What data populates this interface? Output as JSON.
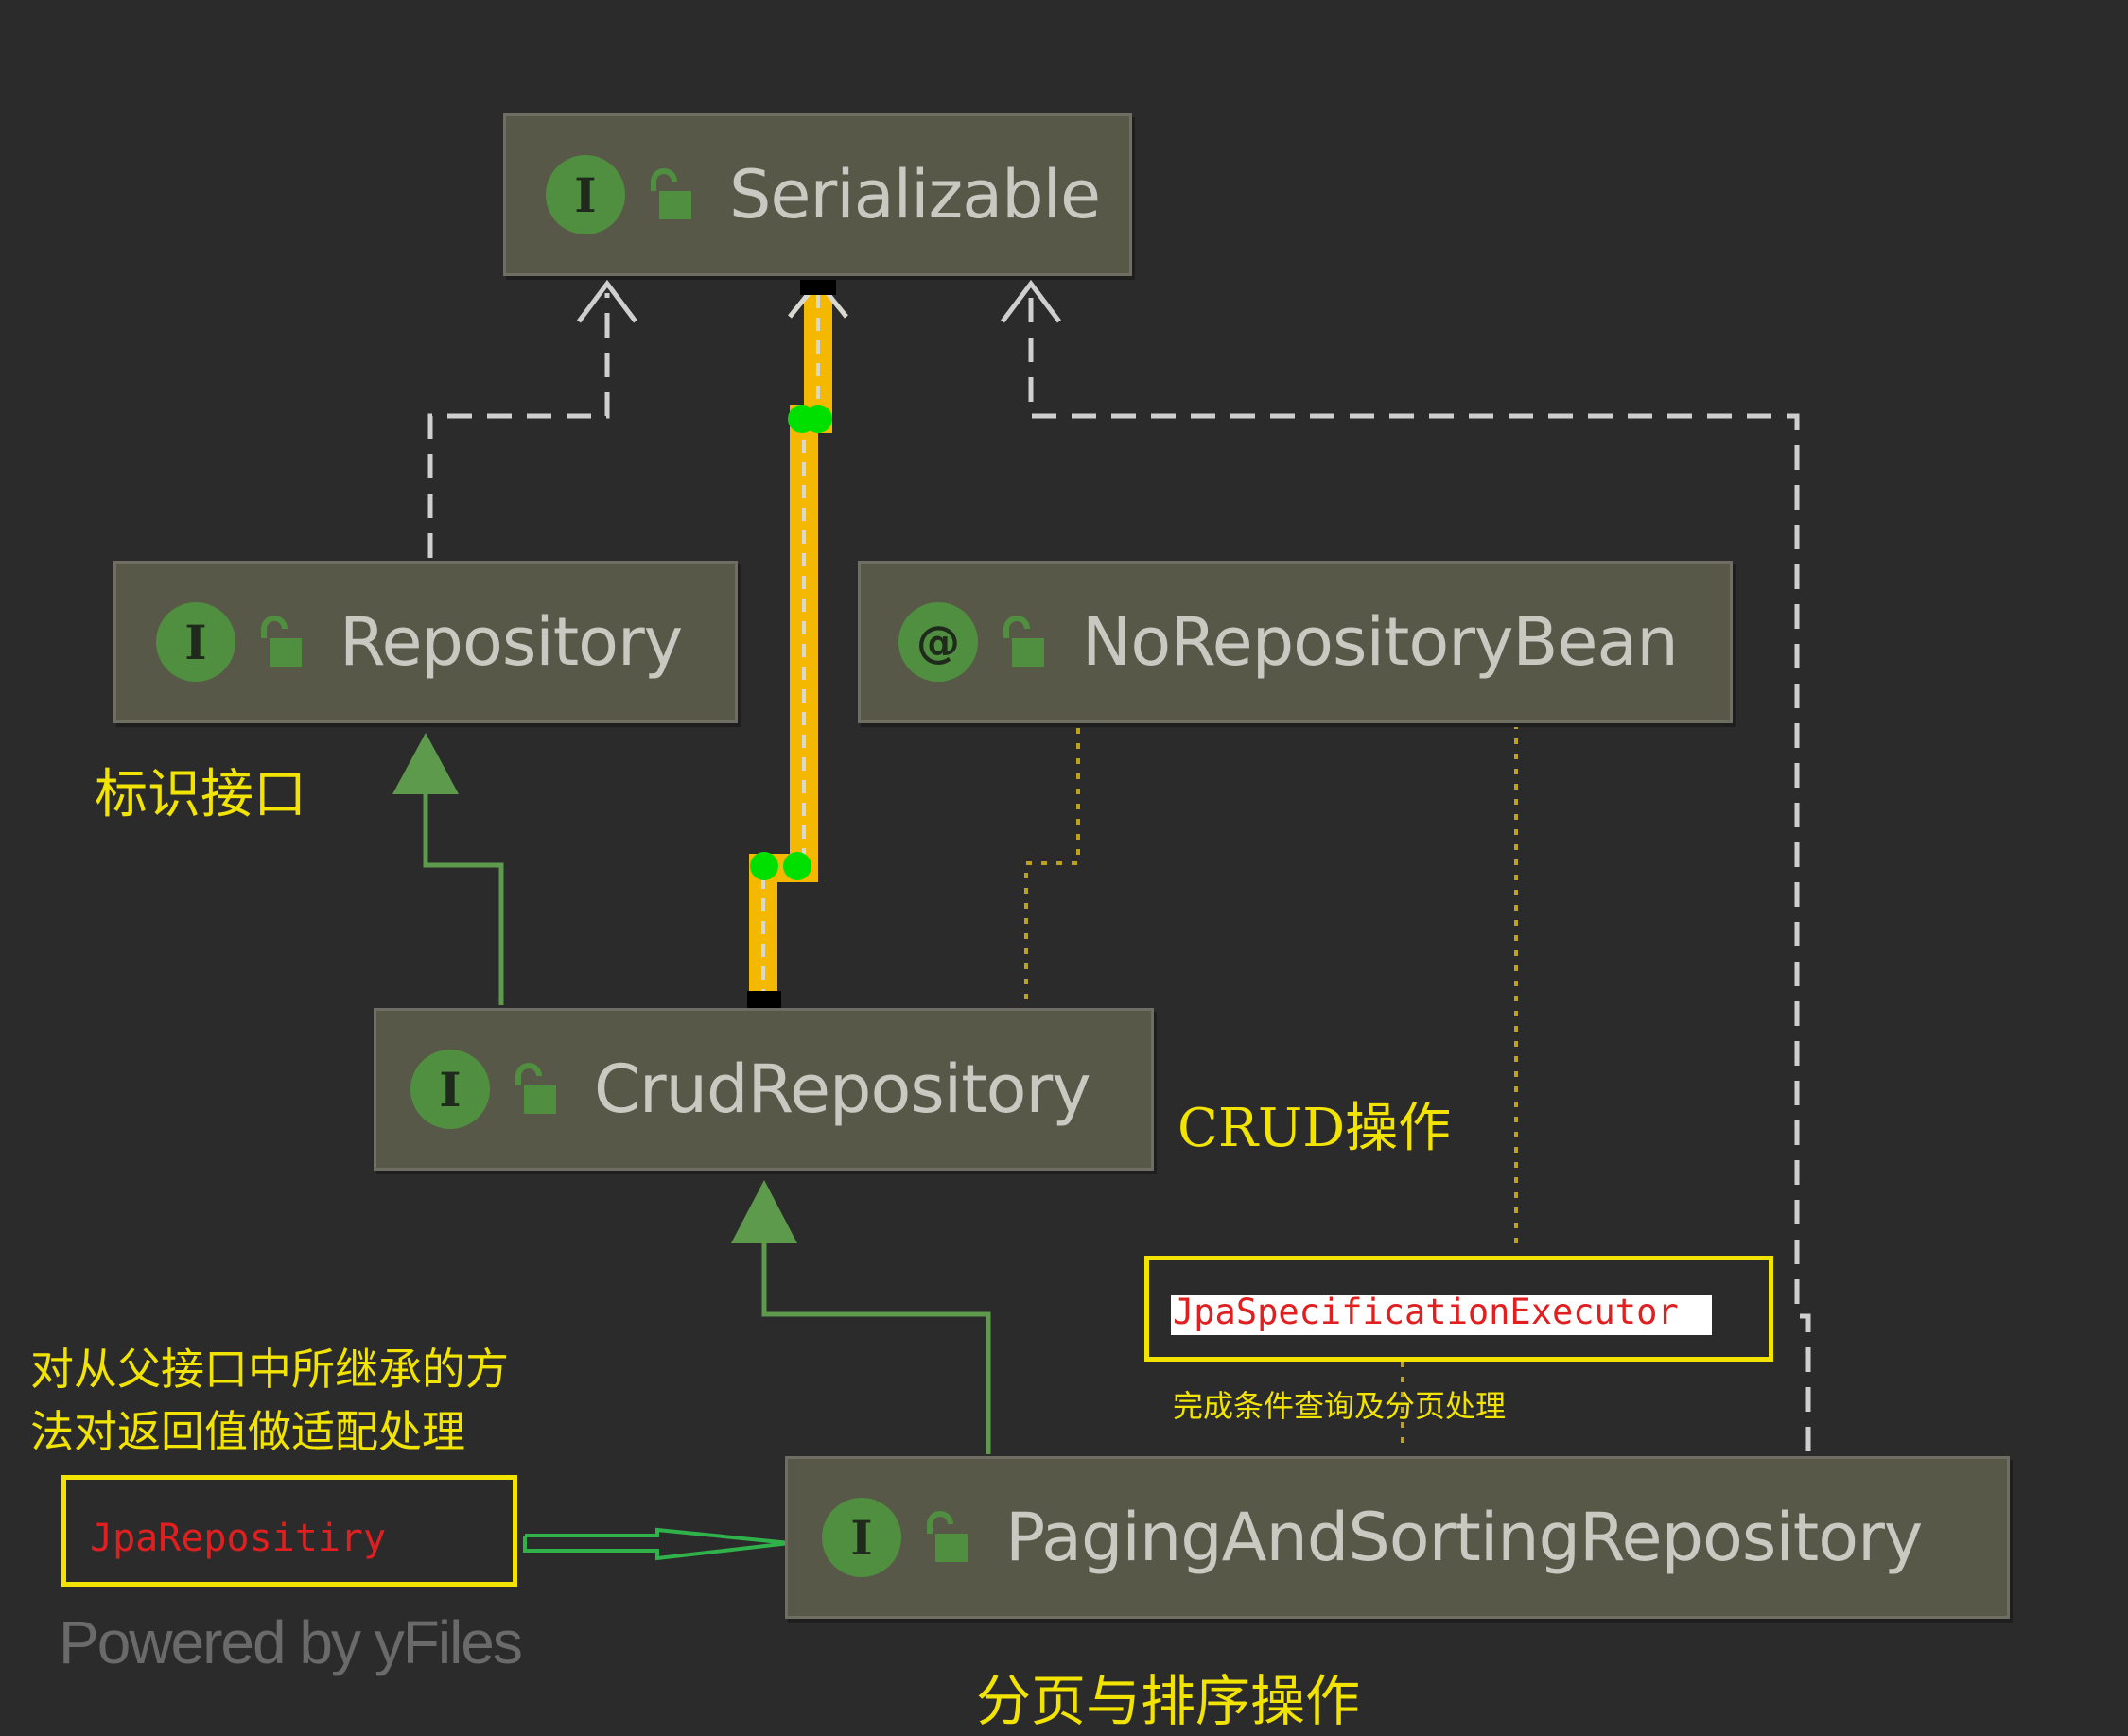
{
  "nodes": {
    "serializable": {
      "label": "Serializable",
      "badge": "I",
      "kind": "interface"
    },
    "repository": {
      "label": "Repository",
      "badge": "I",
      "kind": "interface"
    },
    "no_repository_bean": {
      "label": "NoRepositoryBean",
      "badge": "@",
      "kind": "annotation"
    },
    "crud_repository": {
      "label": "CrudRepository",
      "badge": "I",
      "kind": "interface"
    },
    "paging_sorting_repository": {
      "label": "PagingAndSortingRepository",
      "badge": "I",
      "kind": "interface"
    }
  },
  "annotations": {
    "marker_interface": "标识接口",
    "crud_ops": "CRUD操作",
    "adapt_line1": "对从父接口中所继承的方",
    "adapt_line2": "法对返回值做适配处理",
    "paging_ops": "分页与排序操作",
    "spec_executor": "JpaSpecificationExecutor",
    "spec_executor_note": "完成条件查询及分页处理",
    "jpa_repository": "JpaRepositiry"
  },
  "watermark": "Powered by yFiles",
  "colors": {
    "background": "#2b2b2b",
    "node_fill": "#585849",
    "badge_green": "#4f8f3f",
    "annotation_yellow": "#f2e400",
    "highlight_edge": "#f5b800",
    "inherit_edge": "#5e9a4c",
    "dashed_edge": "#c9c9c9",
    "red_text": "#e02020"
  },
  "icons": [
    "interface-badge-icon",
    "annotation-badge-icon",
    "unlocked-lock-icon"
  ]
}
